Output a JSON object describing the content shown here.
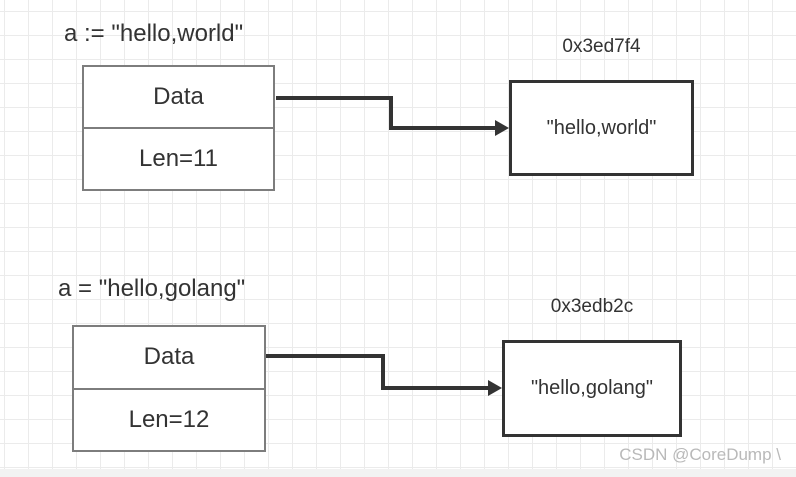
{
  "canvas": {
    "background": "#ffffff",
    "grid_color": "#ebebeb"
  },
  "colors": {
    "text": "#333333",
    "struct_border": "#7d7d7d",
    "value_box_border": "#333333",
    "arrow": "#333333",
    "watermark": "#b9b9b9"
  },
  "sections": [
    {
      "title": "a := \"hello,world\"",
      "struct": {
        "data_label": "Data",
        "len_label": "Len=11"
      },
      "address": "0x3ed7f4",
      "value": "\"hello,world\""
    },
    {
      "title": "a = \"hello,golang\"",
      "struct": {
        "data_label": "Data",
        "len_label": "Len=12"
      },
      "address": "0x3edb2c",
      "value": "\"hello,golang\""
    }
  ],
  "watermark": "CSDN @CoreDump \\"
}
